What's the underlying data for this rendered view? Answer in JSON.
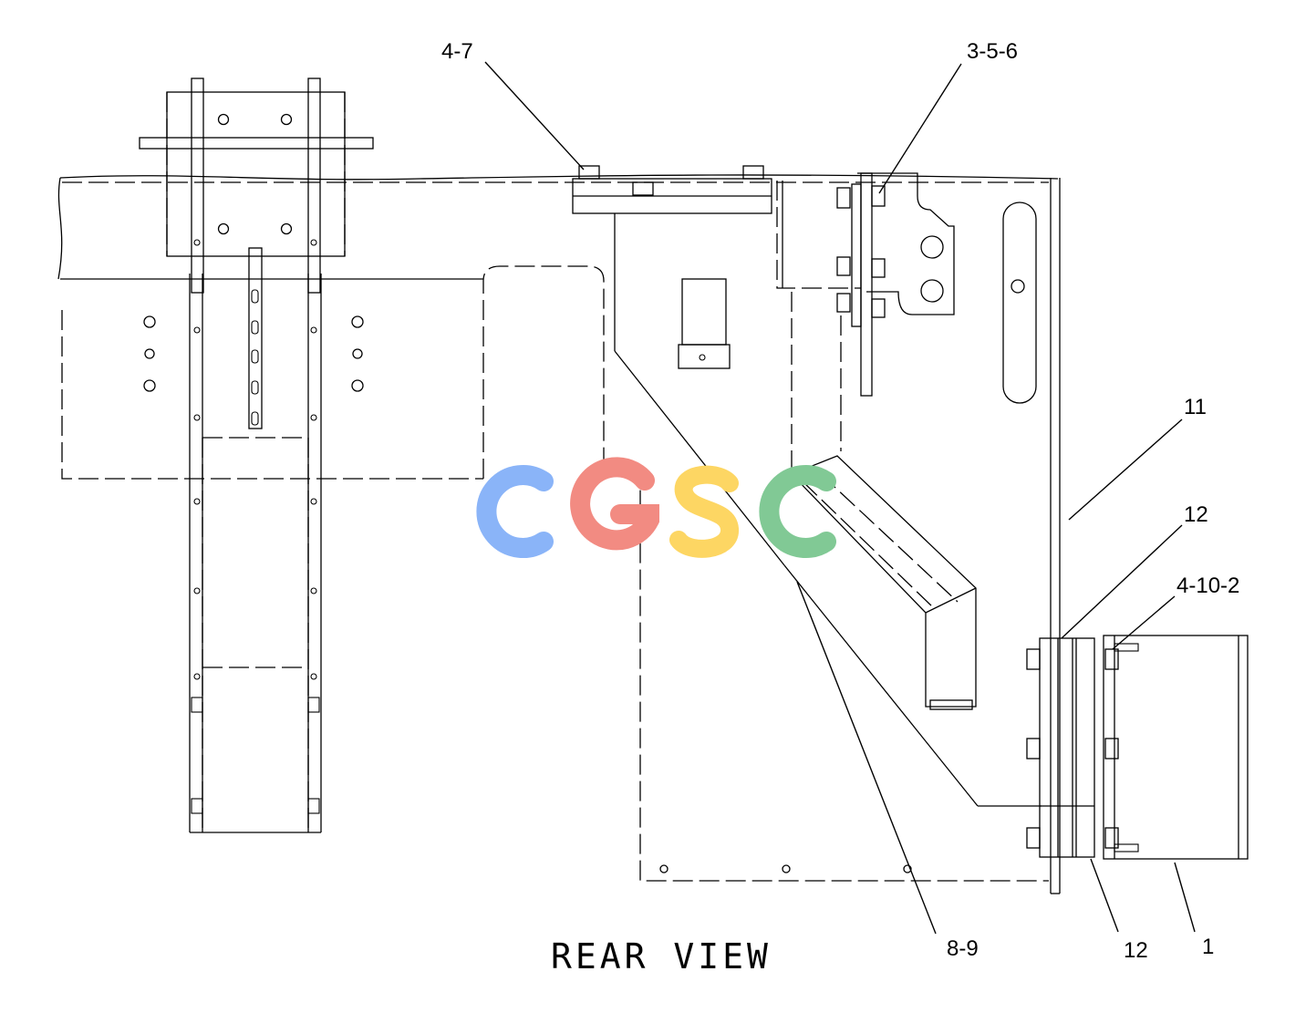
{
  "drawing": {
    "view_title": "REAR VIEW",
    "callouts": [
      {
        "id": "callout-4-7",
        "text": "4-7"
      },
      {
        "id": "callout-3-5-6",
        "text": "3-5-6"
      },
      {
        "id": "callout-11",
        "text": "11"
      },
      {
        "id": "callout-12-upper",
        "text": "12"
      },
      {
        "id": "callout-4-10-2",
        "text": "4-10-2"
      },
      {
        "id": "callout-8-9",
        "text": "8-9"
      },
      {
        "id": "callout-12-lower",
        "text": "12"
      },
      {
        "id": "callout-1",
        "text": "1"
      }
    ],
    "watermark": {
      "text": "CGSC",
      "colors": [
        "#8ab4f8",
        "#f28b82",
        "#fdd663",
        "#81c995"
      ]
    }
  }
}
